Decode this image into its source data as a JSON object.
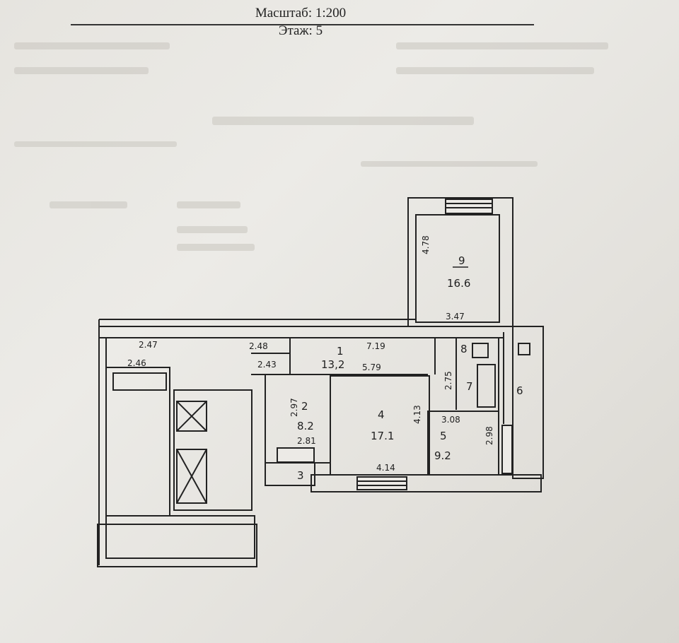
{
  "header": {
    "scale": "Масштаб: 1:200",
    "floor": "Этаж: 5"
  },
  "rooms": [
    {
      "num": "9",
      "area": "16.6"
    },
    {
      "num": "1",
      "area": "13,2"
    },
    {
      "num": "2",
      "area": "8.2"
    },
    {
      "num": "3",
      "area": ""
    },
    {
      "num": "4",
      "area": "17.1"
    },
    {
      "num": "5",
      "area": "9.2"
    },
    {
      "num": "6",
      "area": ""
    },
    {
      "num": "7",
      "area": ""
    },
    {
      "num": "8",
      "area": ""
    }
  ],
  "dims": {
    "r9_h": "4.78",
    "r9_w": "3.47",
    "corr_left": "2.47",
    "corr_mid": "2.48",
    "corr_main": "7.19",
    "stair_w": "2.46",
    "r1_h": "2.43",
    "r4_top": "5.79",
    "r4_h": "4.13",
    "r4_bot": "4.14",
    "r2_h": "2.97",
    "r2_bot": "2.81",
    "r5_top": "3.08",
    "r5_h": "2.98",
    "r7_h": "2.75"
  },
  "colors": {
    "paper": "#e6e4df",
    "ink": "#1c1c1c"
  }
}
